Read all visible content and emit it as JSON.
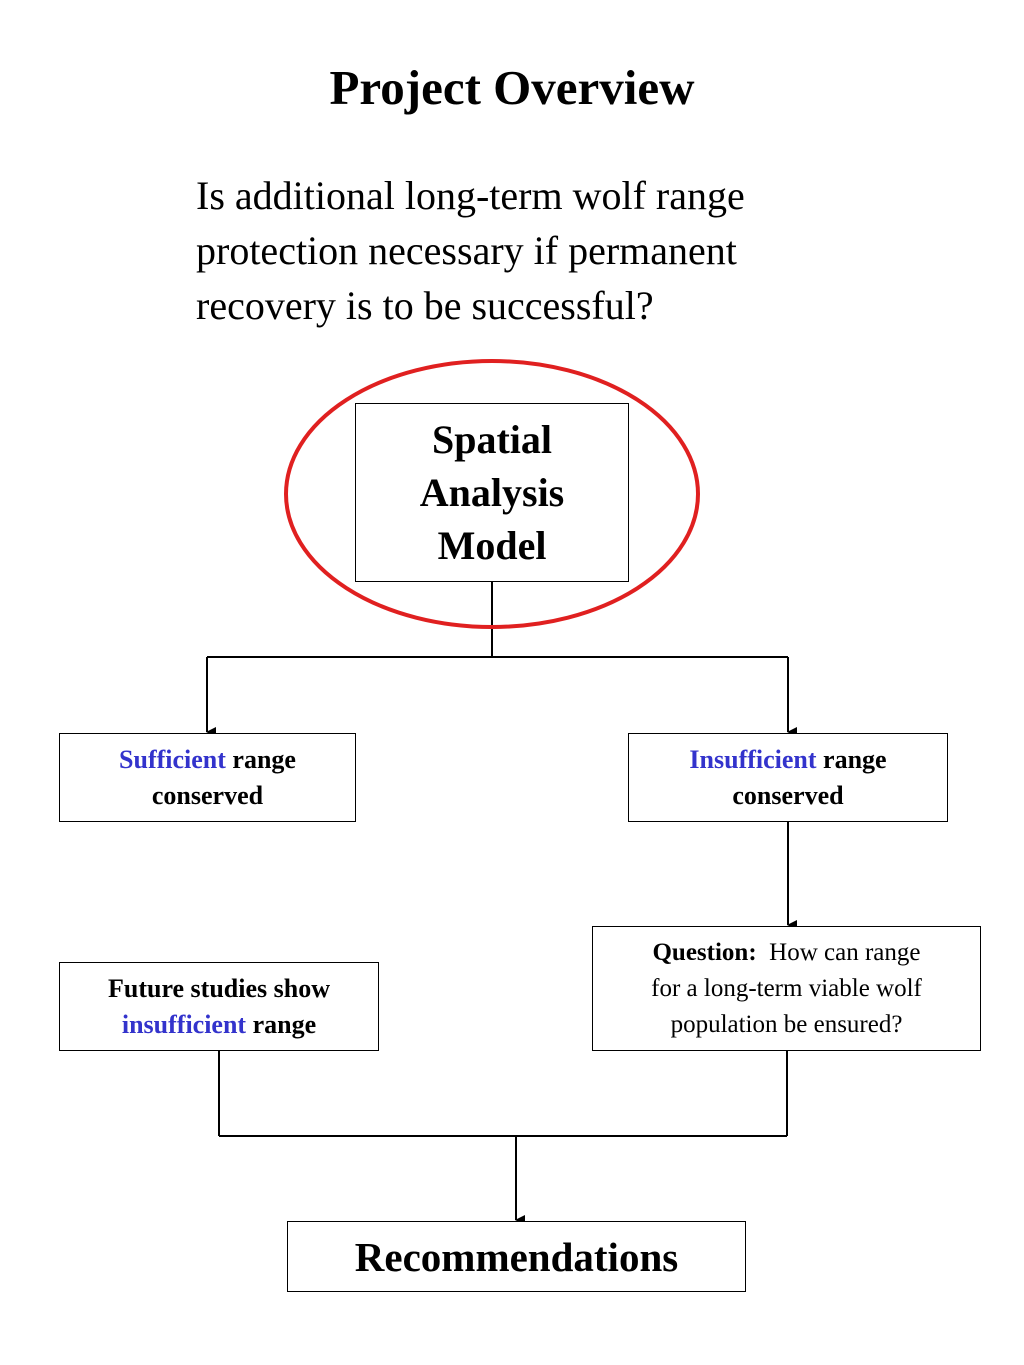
{
  "title": "Project Overview",
  "question_lines": [
    "Is additional long-term wolf range",
    "protection necessary if permanent",
    "recovery is to be successful?"
  ],
  "model_box": {
    "lines": [
      "Spatial",
      "Analysis",
      "Model"
    ],
    "highlight_color": "#e02020"
  },
  "sufficient_box": {
    "highlight": "Sufficient",
    "rest": "range",
    "line2": "conserved"
  },
  "insufficient_box": {
    "highlight": "Insufficient",
    "rest": "range",
    "line2": "conserved"
  },
  "future_box": {
    "line1": "Future studies show",
    "highlight": "insufficient",
    "rest": "range"
  },
  "question_box": {
    "label": "Question:",
    "line1_rest": "How can range",
    "line2": "for a long-term viable wolf",
    "line3": "population be ensured?"
  },
  "recommendations": "Recommendations",
  "colors": {
    "highlight_text": "#3333cc",
    "ellipse": "#e02020",
    "lines": "#000000"
  }
}
